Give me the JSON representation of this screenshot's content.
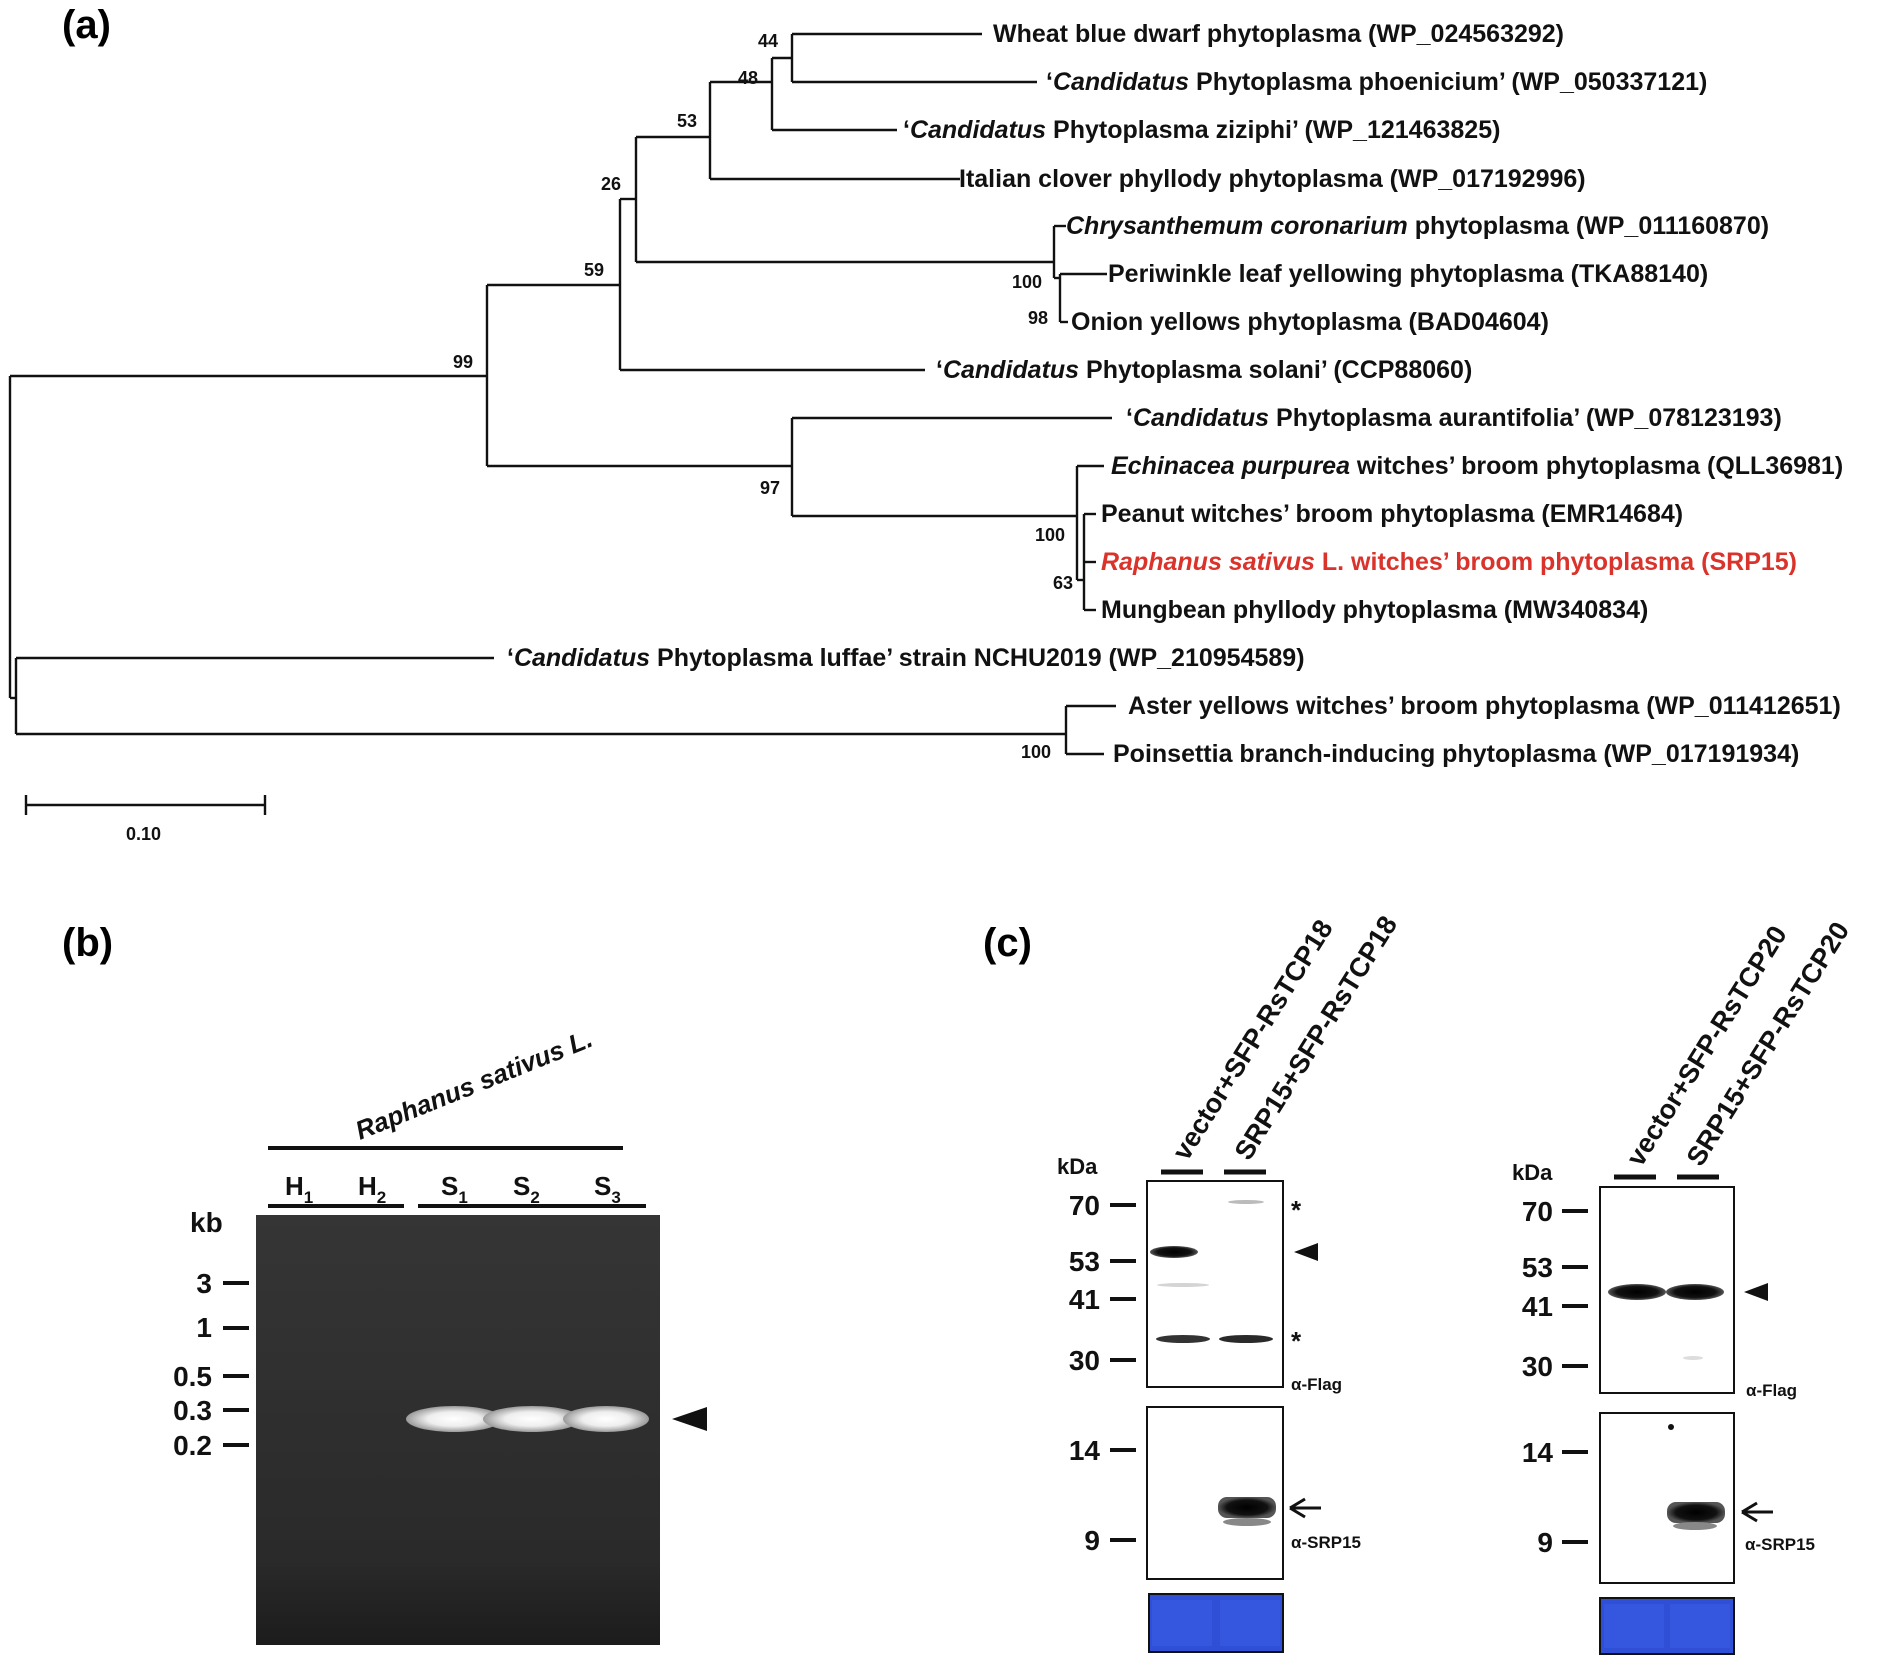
{
  "colors": {
    "highlight": "#d9332b",
    "tree_line": "#111111",
    "gel_bg": "#2b2b2b",
    "band": "#f2f2f2",
    "coomassie": "#2f4fd6"
  },
  "panel_a": {
    "label": "(a)",
    "taxa": [
      {
        "plain_before": "",
        "italic": "",
        "plain_after": "Wheat blue dwarf phytoplasma (WP_024563292)"
      },
      {
        "plain_before": "‘",
        "italic": "Candidatus",
        "plain_after": " Phytoplasma phoenicium’ (WP_050337121)"
      },
      {
        "plain_before": "‘",
        "italic": "Candidatus",
        "plain_after": " Phytoplasma ziziphi’ (WP_121463825)"
      },
      {
        "plain_before": "",
        "italic": "",
        "plain_after": "Italian clover phyllody phytoplasma (WP_017192996)"
      },
      {
        "plain_before": "",
        "italic": "Chrysanthemum coronarium",
        "plain_after": " phytoplasma (WP_011160870)"
      },
      {
        "plain_before": "",
        "italic": "",
        "plain_after": "Periwinkle leaf yellowing phytoplasma (TKA88140)"
      },
      {
        "plain_before": "",
        "italic": "",
        "plain_after": "Onion yellows phytoplasma (BAD04604)"
      },
      {
        "plain_before": "‘",
        "italic": "Candidatus",
        "plain_after": " Phytoplasma solani’ (CCP88060)"
      },
      {
        "plain_before": "‘",
        "italic": "Candidatus",
        "plain_after": " Phytoplasma aurantifolia’ (WP_078123193)"
      },
      {
        "plain_before": "",
        "italic": "Echinacea purpurea",
        "plain_after": " witches’ broom phytoplasma (QLL36981)"
      },
      {
        "plain_before": "",
        "italic": "",
        "plain_after": "Peanut witches’ broom phytoplasma (EMR14684)"
      },
      {
        "plain_before": "",
        "italic": "Raphanus sativus",
        "plain_after": " L. witches’ broom phytoplasma (SRP15)"
      },
      {
        "plain_before": "",
        "italic": "",
        "plain_after": "Mungbean phyllody phytoplasma (MW340834)"
      },
      {
        "plain_before": "‘",
        "italic": "Candidatus",
        "plain_after": " Phytoplasma luffae’ strain NCHU2019 (WP_210954589)"
      },
      {
        "plain_before": "",
        "italic": "",
        "plain_after": "Aster yellows witches’ broom phytoplasma (WP_011412651)"
      },
      {
        "plain_before": "",
        "italic": "",
        "plain_after": "Poinsettia branch-inducing phytoplasma (WP_017191934)"
      }
    ],
    "bootstrap": [
      "44",
      "48",
      "53",
      "26",
      "59",
      "99",
      "100",
      "98",
      "97",
      "100",
      "63",
      "100"
    ],
    "scale_label": "0.10"
  },
  "panel_b": {
    "label": "(b)",
    "species": "Raphanus sativus L.",
    "lanes": [
      {
        "letter": "H",
        "sub": "1"
      },
      {
        "letter": "H",
        "sub": "2"
      },
      {
        "letter": "S",
        "sub": "1"
      },
      {
        "letter": "S",
        "sub": "2"
      },
      {
        "letter": "S",
        "sub": "3"
      }
    ],
    "unit": "kb",
    "markers": [
      "3",
      "1",
      "0.5",
      "0.3",
      "0.2"
    ]
  },
  "panel_c": {
    "label": "(c)",
    "left": {
      "lanes": [
        "vector+SFP-RsTCP18",
        "SRP15+SFP-RsTCP18"
      ],
      "unit": "kDa",
      "top_markers": [
        "70",
        "53",
        "41",
        "30"
      ],
      "bottom_markers": [
        "14",
        "9"
      ],
      "top_antibody": "α-Flag",
      "bottom_antibody": "α-SRP15",
      "asterisk": "*"
    },
    "right": {
      "lanes": [
        "vector+SFP-RsTCP20",
        "SRP15+SFP-RsTCP20"
      ],
      "unit": "kDa",
      "top_markers": [
        "70",
        "53",
        "41",
        "30"
      ],
      "bottom_markers": [
        "14",
        "9"
      ],
      "top_antibody": "α-Flag",
      "bottom_antibody": "α-SRP15"
    }
  }
}
